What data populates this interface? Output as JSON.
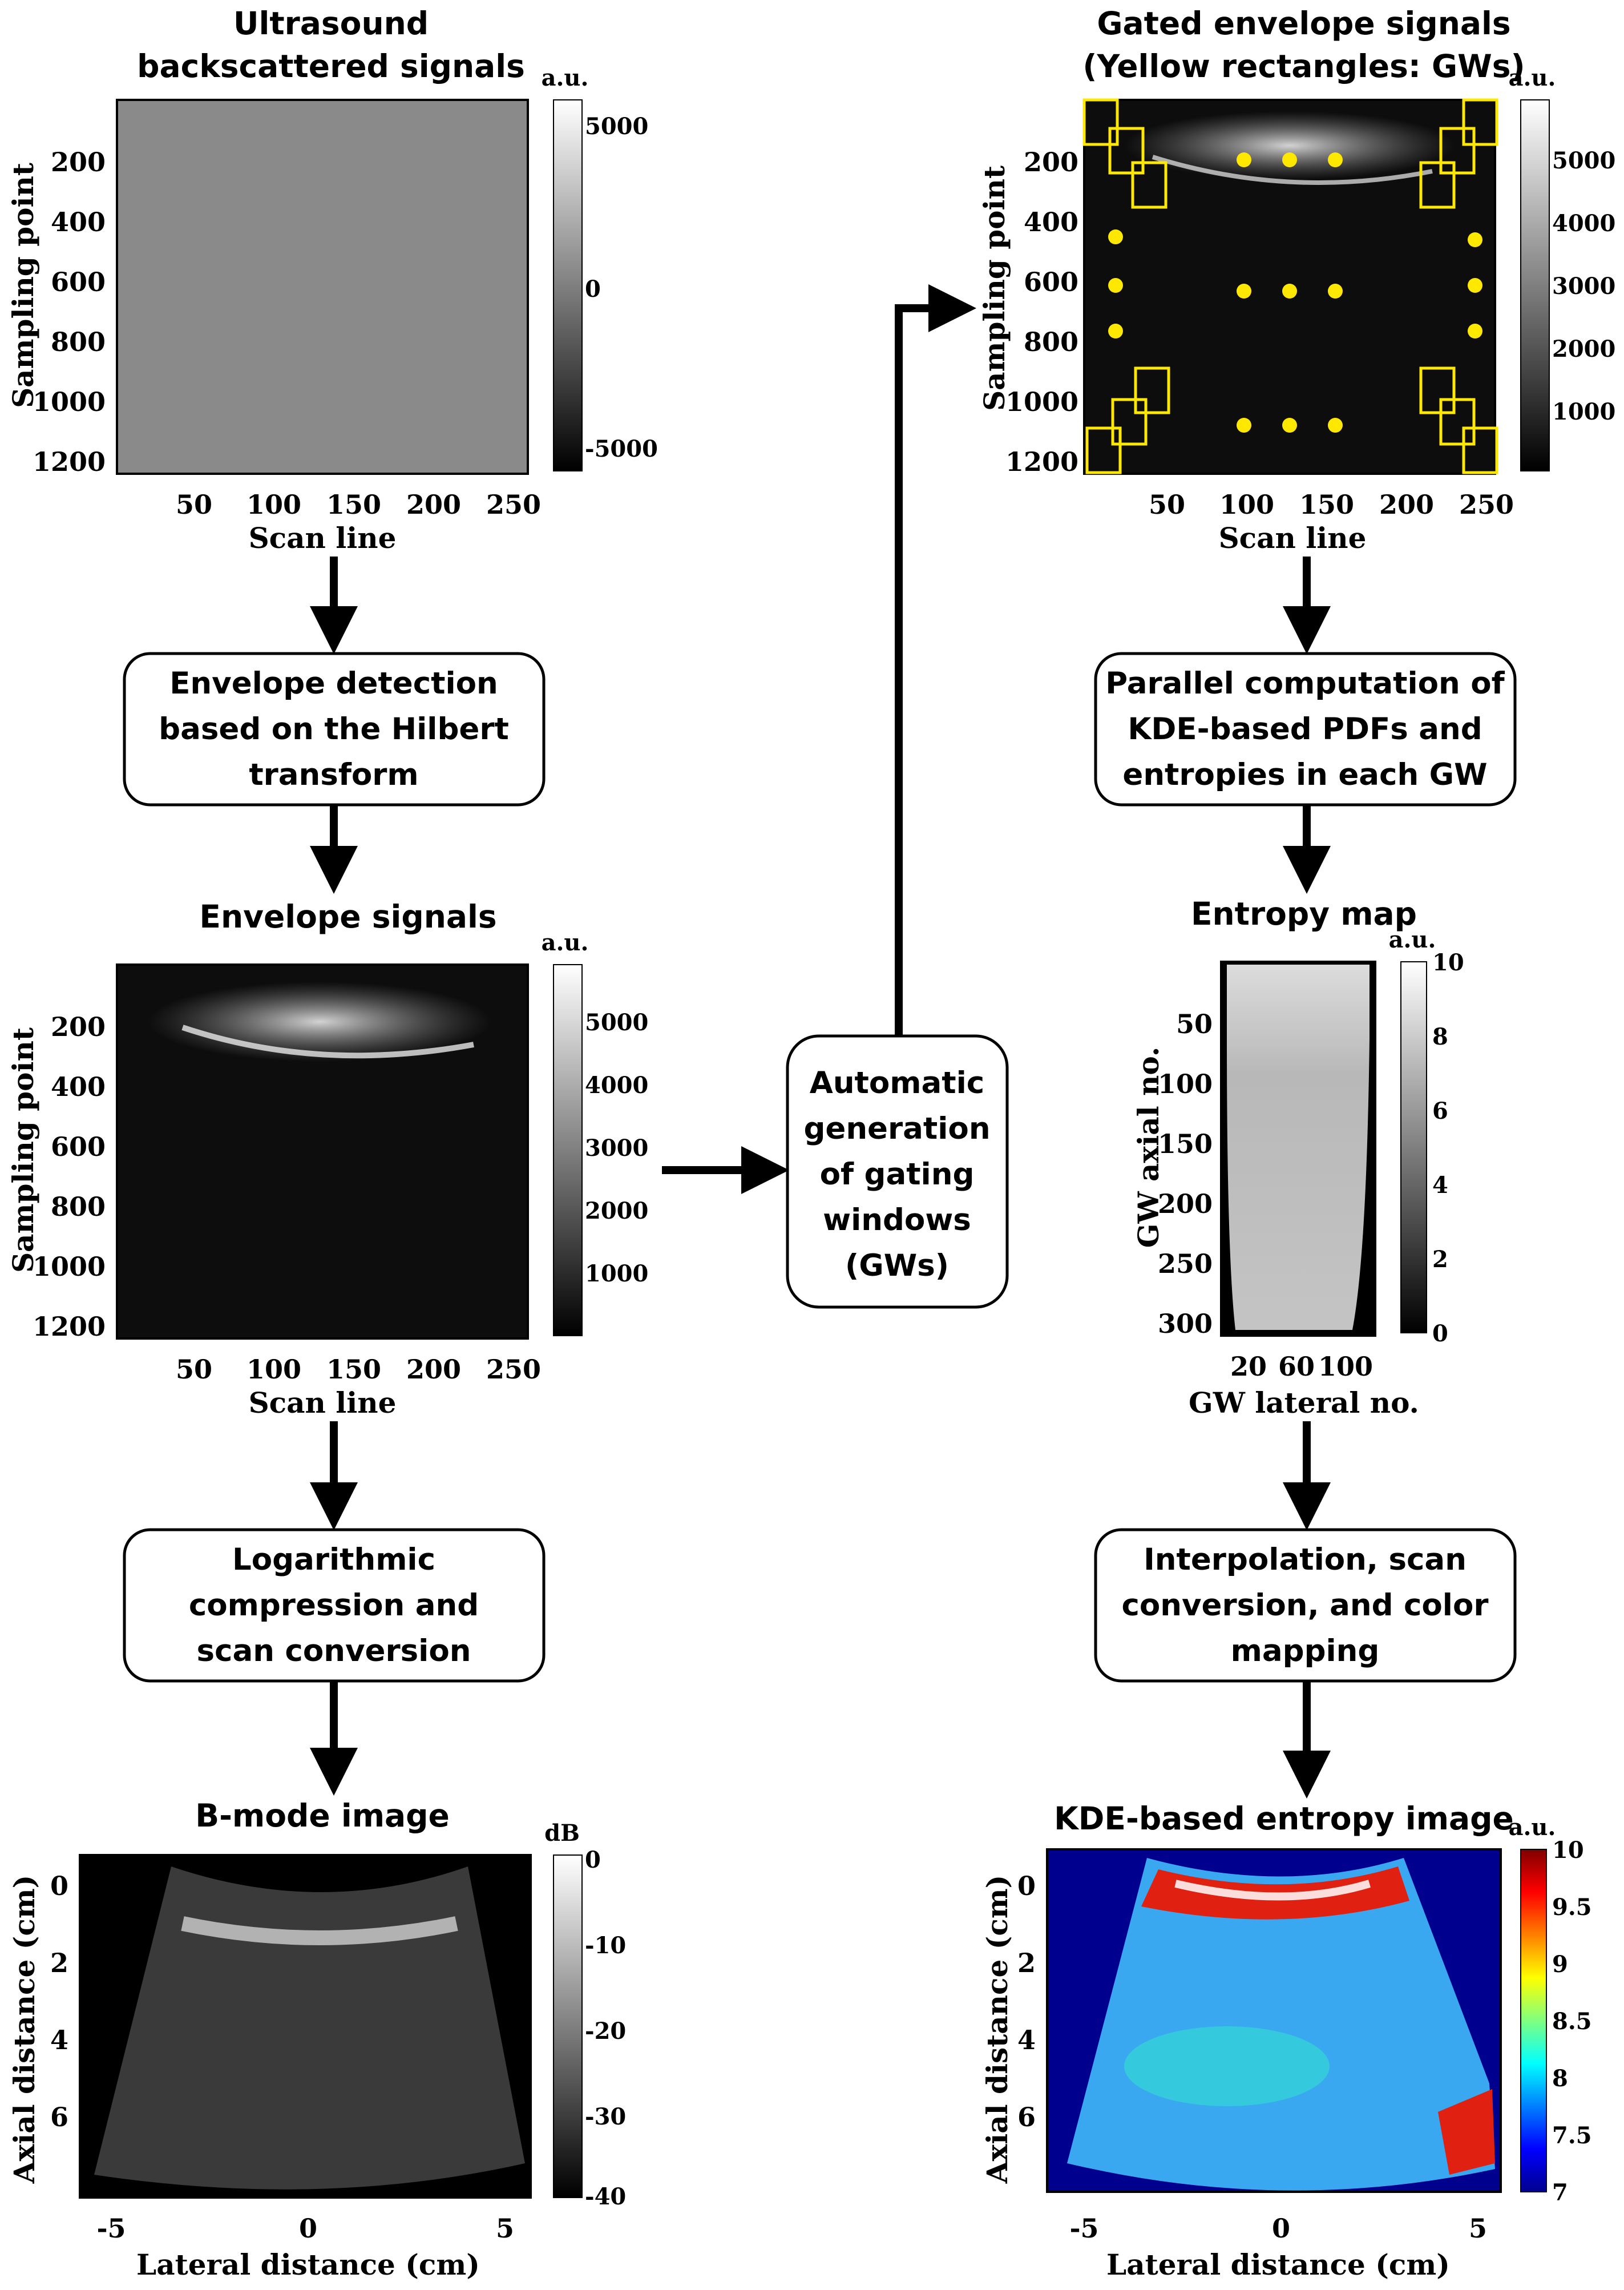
{
  "colors": {
    "gate_marker": "#ffe800",
    "arrow": "#000000",
    "box_border": "#000000"
  },
  "process_boxes": {
    "envelope_detection": [
      "Envelope detection",
      "based on the Hilbert",
      "transform"
    ],
    "log_compression": [
      "Logarithmic",
      "compression and",
      "scan conversion"
    ],
    "gw_generation": [
      "Automatic",
      "generation",
      "of gating",
      "windows",
      "(GWs)"
    ],
    "parallel_kde": [
      "Parallel computation of",
      "KDE-based PDFs and",
      "entropies in each GW"
    ],
    "interpolation": [
      "Interpolation, scan",
      "conversion, and color",
      "mapping"
    ]
  },
  "panels": {
    "rf": {
      "title": [
        "Ultrasound",
        "backscattered signals"
      ],
      "ylabel": "Sampling point",
      "xlabel": "Scan line",
      "xticks": [
        "50",
        "100",
        "150",
        "200",
        "250"
      ],
      "yticks": [
        "200",
        "400",
        "600",
        "800",
        "1000",
        "1200"
      ],
      "cb_unit": "a.u.",
      "cb_ticks": [
        "5000",
        "0",
        "-5000"
      ]
    },
    "envelope": {
      "title": [
        "Envelope signals"
      ],
      "ylabel": "Sampling point",
      "xlabel": "Scan line",
      "xticks": [
        "50",
        "100",
        "150",
        "200",
        "250"
      ],
      "yticks": [
        "200",
        "400",
        "600",
        "800",
        "1000",
        "1200"
      ],
      "cb_unit": "a.u.",
      "cb_ticks": [
        "5000",
        "4000",
        "3000",
        "2000",
        "1000"
      ]
    },
    "bmode": {
      "title": [
        "B-mode image"
      ],
      "ylabel": "Axial distance (cm)",
      "xlabel": "Lateral distance (cm)",
      "xticks": [
        "-5",
        "0",
        "5"
      ],
      "yticks": [
        "0",
        "2",
        "4",
        "6"
      ],
      "cb_unit": "dB",
      "cb_ticks": [
        "0",
        "-10",
        "-20",
        "-30",
        "-40"
      ]
    },
    "gated": {
      "title": [
        "Gated envelope signals",
        "(Yellow rectangles: GWs)"
      ],
      "ylabel": "Sampling point",
      "xlabel": "Scan line",
      "xticks": [
        "50",
        "100",
        "150",
        "200",
        "250"
      ],
      "yticks": [
        "200",
        "400",
        "600",
        "800",
        "1000",
        "1200"
      ],
      "cb_unit": "a.u.",
      "cb_ticks": [
        "5000",
        "4000",
        "3000",
        "2000",
        "1000"
      ]
    },
    "entropy_map": {
      "title": [
        "Entropy map"
      ],
      "ylabel": "GW axial no.",
      "xlabel": "GW lateral no.",
      "xticks": [
        "20",
        "60",
        "100"
      ],
      "yticks": [
        "50",
        "100",
        "150",
        "200",
        "250",
        "300"
      ],
      "cb_unit": "a.u.",
      "cb_ticks": [
        "10",
        "8",
        "6",
        "4",
        "2",
        "0"
      ]
    },
    "kde": {
      "title": [
        "KDE-based entropy image"
      ],
      "ylabel": "Axial distance (cm)",
      "xlabel": "Lateral distance (cm)",
      "xticks": [
        "-5",
        "0",
        "5"
      ],
      "yticks": [
        "0",
        "2",
        "4",
        "6"
      ],
      "cb_unit": "a.u.",
      "cb_ticks": [
        "10",
        "9.5",
        "9",
        "8.5",
        "8",
        "7.5",
        "7"
      ]
    }
  }
}
